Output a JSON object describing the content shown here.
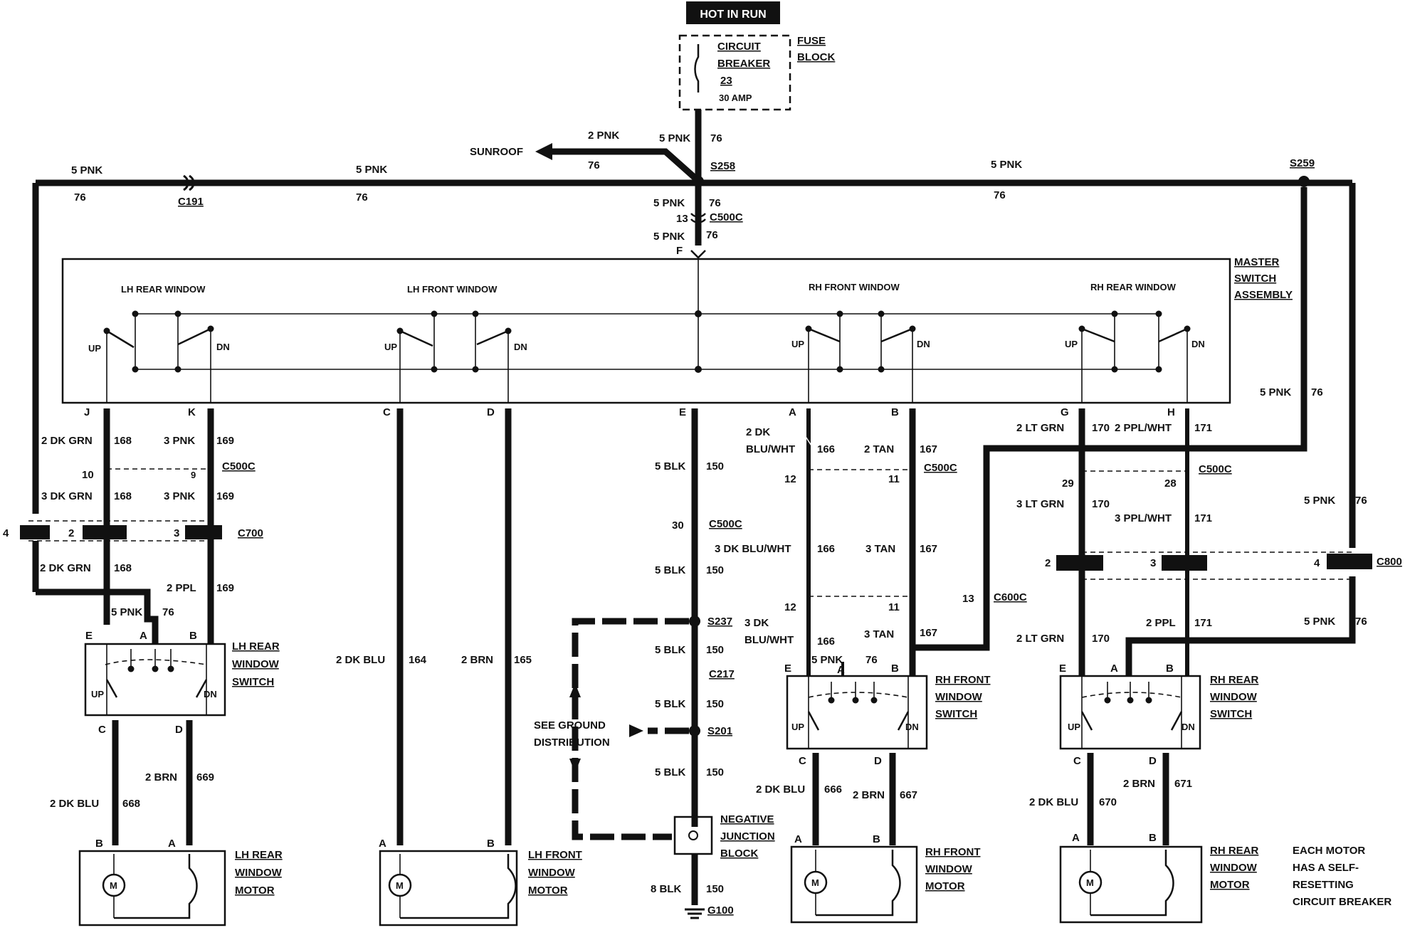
{
  "header": {
    "hot_in_run": "HOT IN RUN"
  },
  "fuse": {
    "name1": "CIRCUIT",
    "name2": "BREAKER",
    "number": "23",
    "amp": "30 AMP",
    "block1": "FUSE",
    "block2": "BLOCK"
  },
  "feed": {
    "w_top": "5 PNK",
    "c_top": "76",
    "sunroof": "SUNROOF",
    "sunroof_w": "2 PNK",
    "sunroof_c": "76",
    "s258": "S258",
    "s259": "S259",
    "left_w": "5 PNK",
    "left_c": "76",
    "mid_w": "5 PNK",
    "mid_c": "76",
    "right_w": "5 PNK",
    "right_c": "76",
    "c191": "C191",
    "below_w": "5 PNK",
    "below_c": "76",
    "c500c_pin": "13",
    "c500c": "C500C",
    "below2_w": "5 PNK",
    "below2_c": "76",
    "pin_f": "F"
  },
  "master": {
    "title1": "MASTER",
    "title2": "SWITCH",
    "title3": "ASSEMBLY",
    "lh_rear": "LH REAR WINDOW",
    "lh_front": "LH FRONT WINDOW",
    "rh_front": "RH FRONT WINDOW",
    "rh_rear": "RH REAR WINDOW",
    "up": "UP",
    "dn": "DN"
  },
  "pins": {
    "j": "J",
    "k": "K",
    "c": "C",
    "d": "D",
    "e": "E",
    "a": "A",
    "b": "B",
    "g": "G",
    "h": "H"
  },
  "lhrear": {
    "w1": "2 DK GRN",
    "c1": "168",
    "w2": "3 PNK",
    "c2": "169",
    "p10": "10",
    "p9": "9",
    "c500c": "C500C",
    "w3": "3 DK GRN",
    "c3": "168",
    "w4": "3 PNK",
    "c4": "169",
    "c700_4": "4",
    "c700_2": "2",
    "c700_3": "3",
    "c700": "C700",
    "w5": "2 DK GRN",
    "c5": "168",
    "w6": "2 PPL",
    "c6": "169",
    "w7": "5 PNK",
    "c7": "76",
    "sw_e": "E",
    "sw_a": "A",
    "sw_b": "B",
    "sw_c": "C",
    "sw_d": "D",
    "sw1": "LH REAR",
    "sw2": "WINDOW",
    "sw3": "SWITCH",
    "w8": "2 DK BLU",
    "c8": "668",
    "w9": "2 BRN",
    "c9": "669",
    "m_b": "B",
    "m_a": "A",
    "m1": "LH REAR",
    "m2": "WINDOW",
    "m3": "MOTOR"
  },
  "lhfront": {
    "w1": "2 DK BLU",
    "c1": "164",
    "w2": "2 BRN",
    "c2": "165",
    "m_a": "A",
    "m_b": "B",
    "m1": "LH FRONT",
    "m2": "WINDOW",
    "m3": "MOTOR"
  },
  "ground": {
    "w1": "5 BLK",
    "c1": "150",
    "p30": "30",
    "c500c": "C500C",
    "w2": "5 BLK",
    "c2": "150",
    "s237": "S237",
    "w3": "5 BLK",
    "c3": "150",
    "c217": "C217",
    "w4": "5 BLK",
    "c4": "150",
    "s201": "S201",
    "w5": "5 BLK",
    "c5": "150",
    "see1": "SEE GROUND",
    "see2": "DISTRIBUTION",
    "neg1": "NEGATIVE",
    "neg2": "JUNCTION",
    "neg3": "BLOCK",
    "w6": "8 BLK",
    "c6": "150",
    "g100": "G100"
  },
  "rhfront": {
    "w1a": "2 DK",
    "w1b": "BLU/WHT",
    "c1": "166",
    "w2": "2 TAN",
    "c2": "167",
    "p12": "12",
    "p11": "11",
    "c500c": "C500C",
    "w3": "3 DK BLU/WHT",
    "c3": "166",
    "w4": "3 TAN",
    "c4": "167",
    "p12b": "12",
    "p11b": "11",
    "w5a": "3 DK",
    "w5b": "BLU/WHT",
    "c5": "166",
    "w6": "3 TAN",
    "c6": "167",
    "p13": "13",
    "c600c": "C600C",
    "w7": "5 PNK",
    "c7": "76",
    "sw_e": "E",
    "sw_a": "A",
    "sw_b": "B",
    "sw_c": "C",
    "sw_d": "D",
    "sw1": "RH FRONT",
    "sw2": "WINDOW",
    "sw3": "SWITCH",
    "w8": "2 DK BLU",
    "c8": "666",
    "w9": "2 BRN",
    "c9": "667",
    "m_a": "A",
    "m_b": "B",
    "m1": "RH FRONT",
    "m2": "WINDOW",
    "m3": "MOTOR"
  },
  "rhrear": {
    "w1": "2 LT GRN",
    "c1": "170",
    "w2": "2 PPL/WHT",
    "c2": "171",
    "p29": "29",
    "p28": "28",
    "c500c": "C500C",
    "w3": "3 LT GRN",
    "c3": "170",
    "w4": "3 PPL/WHT",
    "c4": "171",
    "c800_2": "2",
    "c800_3": "3",
    "c800_4": "4",
    "c800": "C800",
    "w5": "2 LT GRN",
    "c5": "170",
    "w6": "2 PPL",
    "c6": "171",
    "feed_w": "5 PNK",
    "feed_c": "76",
    "feed2_w": "5 PNK",
    "feed2_c": "76",
    "feed3_w": "5 PNK",
    "feed3_c": "76",
    "sw_e": "E",
    "sw_a": "A",
    "sw_b": "B",
    "sw_c": "C",
    "sw_d": "D",
    "sw1": "RH REAR",
    "sw2": "WINDOW",
    "sw3": "SWITCH",
    "w8": "2 DK BLU",
    "c8": "670",
    "w9": "2 BRN",
    "c9": "671",
    "m_a": "A",
    "m_b": "B",
    "m1": "RH REAR",
    "m2": "WINDOW",
    "m3": "MOTOR"
  },
  "note": {
    "l1": "EACH MOTOR",
    "l2": "HAS A SELF-",
    "l3": "RESETTING",
    "l4": "CIRCUIT BREAKER"
  },
  "motor_symbol": "M"
}
